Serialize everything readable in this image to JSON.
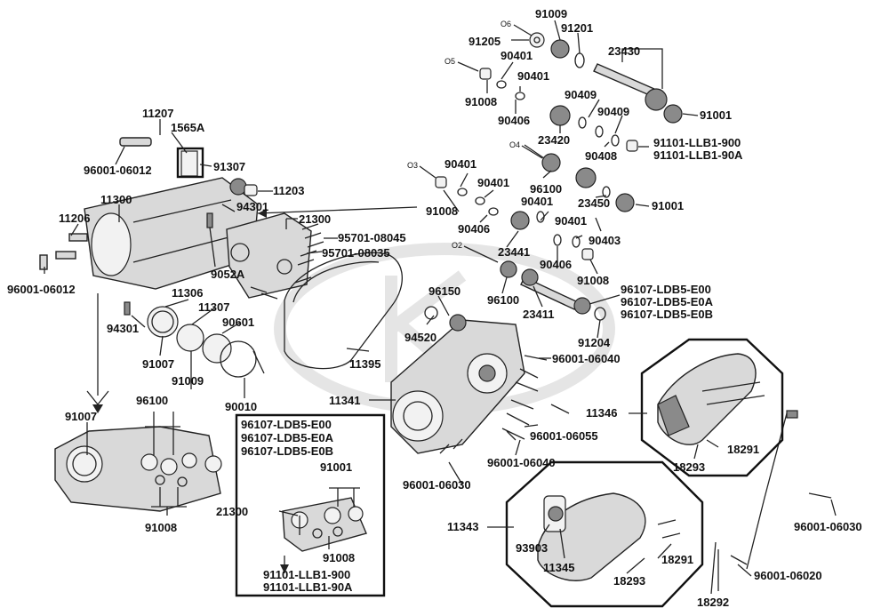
{
  "parts": {
    "p91009_top": "91009",
    "p91205": "91205",
    "p91201": "91201",
    "p23430": "23430",
    "p90401_a": "90401",
    "p90401_b": "90401",
    "p91008_top": "91008",
    "p90406_a": "90406",
    "p90409_a": "90409",
    "p90409_b": "90409",
    "p91001_a": "91001",
    "p23420": "23420",
    "p90408": "90408",
    "p91101_llb1_900_a": "91101-LLB1-900",
    "p91101_llb1_90a_a": "91101-LLB1-90A",
    "p90401_c": "90401",
    "p90401_d": "90401",
    "p96100_a": "96100",
    "p91008_b": "91008",
    "p90406_b": "90406",
    "p90401_e": "90401",
    "p23450": "23450",
    "p91001_b": "91001",
    "p90401_f": "90401",
    "p90403": "90403",
    "p23441": "23441",
    "p90406_c": "90406",
    "p91008_c": "91008",
    "p96100_b": "96100",
    "p23411": "23411",
    "p96107_e00_a": "96107-LDB5-E00",
    "p96107_e0a_a": "96107-LDB5-E0A",
    "p96107_e0b_a": "96107-LDB5-E0B",
    "p91204": "91204",
    "p11207": "11207",
    "p1565a": "1565A",
    "p91307": "91307",
    "p96001_06012_a": "96001-06012",
    "p11203": "11203",
    "p11300": "11300",
    "p94301_a": "94301",
    "p21300_a": "21300",
    "p11206": "11206",
    "p95701_08045": "95701-08045",
    "p95701_08035": "95701-08035",
    "p9052a": "9052A",
    "p96001_06012_b": "96001-06012",
    "p11306": "11306",
    "p11307": "11307",
    "p90601": "90601",
    "p94301_b": "94301",
    "p96150": "96150",
    "p94520": "94520",
    "p91007_a": "91007",
    "p11395": "11395",
    "p91009_b": "91009",
    "p96001_06040_a": "96001-06040",
    "p11341": "11341",
    "p96100_c": "96100",
    "p90010": "90010",
    "p91007_b": "91007",
    "p96107_e00_b": "96107-LDB5-E00",
    "p96107_e0a_b": "96107-LDB5-E0A",
    "p96107_e0b_b": "96107-LDB5-E0B",
    "p91001_c": "91001",
    "p96001_06055": "96001-06055",
    "p11346": "11346",
    "p18291_a": "18291",
    "p18293_a": "18293",
    "p96001_06040_b": "96001-06040",
    "p96001_06030_a": "96001-06030",
    "p21300_b": "21300",
    "p91008_d": "91008",
    "p91008_e": "91008",
    "p11343": "11343",
    "p93903": "93903",
    "p11345": "11345",
    "p18291_b": "18291",
    "p96001_06030_b": "96001-06030",
    "p18293_b": "18293",
    "p96001_06020": "96001-06020",
    "p18292": "18292",
    "p91101_llb1_900_b": "91101-LLB1-900",
    "p91101_llb1_90a_b": "91101-LLB1-90A"
  },
  "markers": {
    "o2": "O2",
    "o3": "O3",
    "o4": "O4",
    "o5": "O5",
    "o6": "O6"
  }
}
